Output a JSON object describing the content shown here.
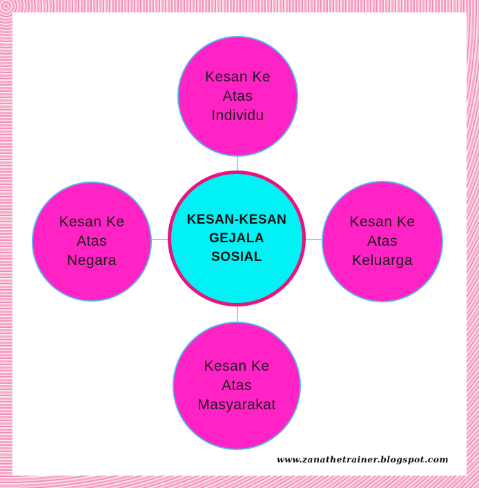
{
  "center": {
    "label": "KESAN-KESAN\nGEJALA\nSOSIAL"
  },
  "nodes": {
    "top": {
      "label": "Kesan Ke\nAtas\nIndividu"
    },
    "left": {
      "label": "Kesan Ke\nAtas\nNegara"
    },
    "right": {
      "label": "Kesan Ke\nAtas\nKeluarga"
    },
    "bottom": {
      "label": "Kesan Ke\nAtas\nMasyarakat"
    }
  },
  "credit": "www.zanathetrainer.blogspot.com",
  "colors": {
    "outer_fill": "#ff22c4",
    "center_fill": "#00f2f5",
    "center_border": "#e8147d",
    "connector": "#6ec3ea",
    "frame": "#f7a9c8"
  }
}
